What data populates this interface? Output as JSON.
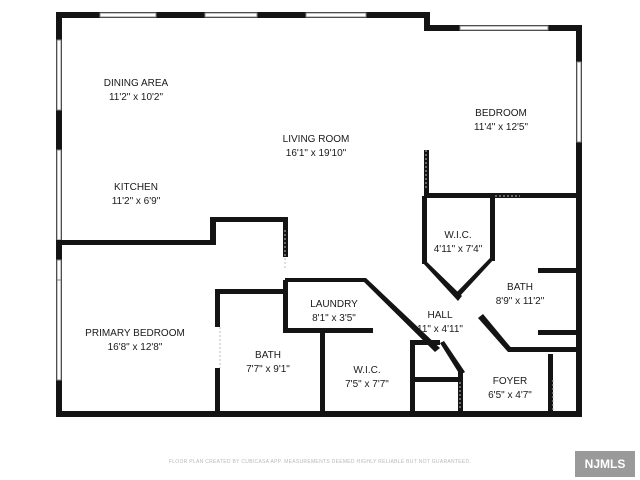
{
  "rooms": [
    {
      "id": "dining-area",
      "name": "DINING AREA",
      "dims": "11'2\" x 10'2\""
    },
    {
      "id": "living-room",
      "name": "LIVING ROOM",
      "dims": "16'1\" x 19'10\""
    },
    {
      "id": "kitchen",
      "name": "KITCHEN",
      "dims": "11'2\" x 6'9\""
    },
    {
      "id": "bedroom",
      "name": "BEDROOM",
      "dims": "11'4\" x 12'5\""
    },
    {
      "id": "wic-1",
      "name": "W.I.C.",
      "dims": "4'11\" x 7'4\""
    },
    {
      "id": "bath-1",
      "name": "BATH",
      "dims": "8'9\" x 11'2\""
    },
    {
      "id": "laundry",
      "name": "LAUNDRY",
      "dims": "8'1\" x 3'5\""
    },
    {
      "id": "hall",
      "name": "HALL",
      "dims": "11\" x 4'11\""
    },
    {
      "id": "primary-bedroom",
      "name": "PRIMARY BEDROOM",
      "dims": "16'8\" x 12'8\""
    },
    {
      "id": "bath-2",
      "name": "BATH",
      "dims": "7'7\" x 9'1\""
    },
    {
      "id": "wic-2",
      "name": "W.I.C.",
      "dims": "7'5\" x 7'7\""
    },
    {
      "id": "foyer",
      "name": "FOYER",
      "dims": "6'5\" x 4'7\""
    }
  ],
  "footer": {
    "disclaimer": "FLOOR PLAN CREATED BY CUBICASA APP. MEASUREMENTS DEEMED HIGHLY RELIABLE BUT NOT GUARANTEED."
  },
  "logo": {
    "text": "NJMLS"
  }
}
